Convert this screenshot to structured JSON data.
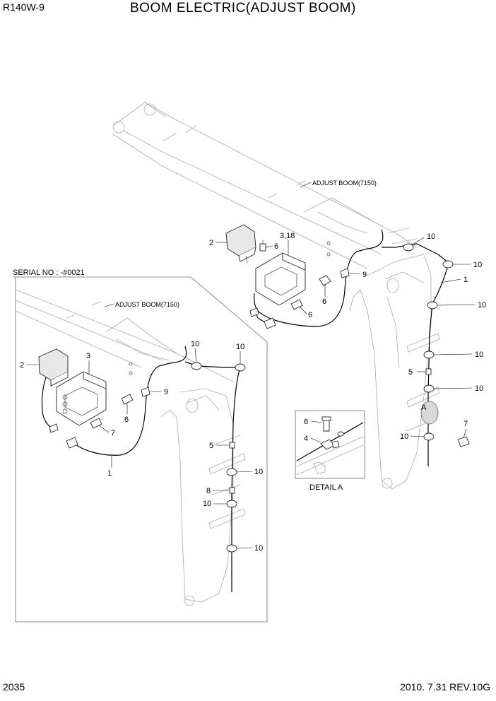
{
  "header": {
    "model": "R140W-9",
    "title": "BOOM ELECTRIC(ADJUST BOOM)"
  },
  "footer": {
    "page_number": "2035",
    "revision": "2010. 7.31  REV.10G"
  },
  "main_view": {
    "boom_label": "ADJUST BOOM(7150)",
    "callouts": [
      "2",
      "3,18",
      "6",
      "6",
      "6",
      "9",
      "10",
      "10",
      "1",
      "10",
      "10",
      "5",
      "10",
      "A",
      "7",
      "10"
    ]
  },
  "inset_view": {
    "serial_label": "SERIAL NO : -#0021",
    "boom_label": "ADJUST BOOM(7150)",
    "callouts": [
      "2",
      "3",
      "9",
      "6",
      "7",
      "1",
      "10",
      "10",
      "5",
      "10",
      "8",
      "10",
      "10"
    ]
  },
  "detail_view": {
    "caption": "DETAIL  A",
    "callouts": [
      "6",
      "4"
    ]
  }
}
